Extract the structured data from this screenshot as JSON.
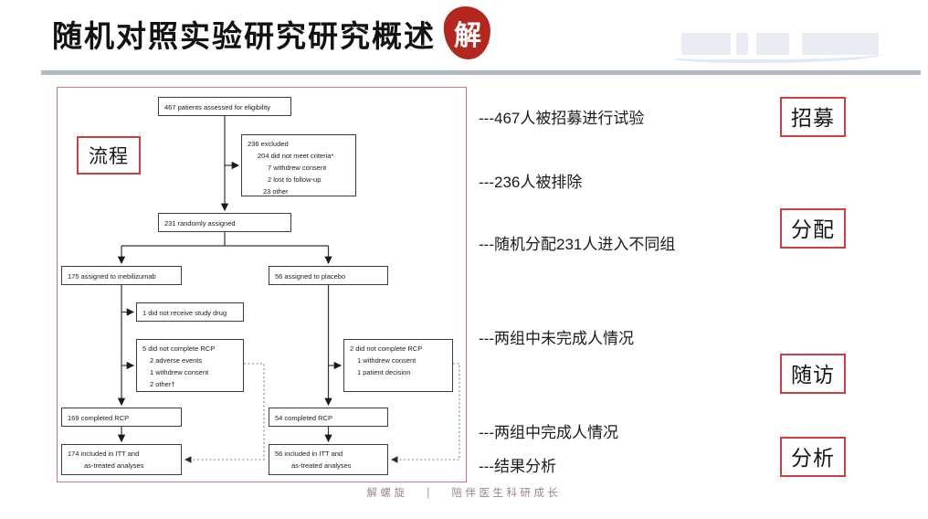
{
  "slide": {
    "title": "随机对照实验研究研究概述",
    "seal_char": "解",
    "flow_tag": "流程"
  },
  "annotations": [
    {
      "text": "---467人被招募进行试验"
    },
    {
      "text": "---236人被排除"
    },
    {
      "text": "---随机分配231人进入不同组"
    },
    {
      "text": "---两组中未完成人情况"
    },
    {
      "text": "---两组中完成人情况"
    },
    {
      "text": "---结果分析"
    }
  ],
  "stages": [
    {
      "label": "招募"
    },
    {
      "label": "分配"
    },
    {
      "label": "随访"
    },
    {
      "label": "分析"
    }
  ],
  "flowchart": {
    "assessed": {
      "l0": "467 patients assessed for eligibility"
    },
    "excluded": {
      "l0": "236 excluded",
      "l1": "204 did not meet criteria*",
      "l2": "7 withdrew consent",
      "l3": "2 lost to follow-up",
      "l4": "23 other"
    },
    "randomized": {
      "l0": "231 randomly assigned"
    },
    "arm_inebilizumab": {
      "l0": "175 assigned to inebilizumab"
    },
    "arm_placebo": {
      "l0": "56 assigned to placebo"
    },
    "no_drug": {
      "l0": "1 did not receive study drug"
    },
    "dropout_left": {
      "l0": "5 did not complete RCP",
      "l1": "2 adverse events",
      "l2": "1 withdrew consent",
      "l3": "2 other†"
    },
    "dropout_right": {
      "l0": "2 did not complete RCP",
      "l1": "1 withdrew consent",
      "l2": "1 patient decision"
    },
    "completed_left": {
      "l0": "169 completed RCP"
    },
    "completed_right": {
      "l0": "54 completed RCP"
    },
    "itt_left": {
      "l0": "174 included in ITT and",
      "l1": "as-treated analyses"
    },
    "itt_right": {
      "l0": "56 included in ITT and",
      "l1": "as-treated analyses"
    }
  },
  "footer": {
    "brand": "解螺旋",
    "separator": "|",
    "slogan": "陪伴医生科研成长"
  },
  "colors": {
    "panel_border": "#d8718e",
    "tag_border": "#cf3d3d",
    "seal_red": "#b3271f",
    "divider_gray": "#afbac4",
    "footer_text": "#9c8484"
  }
}
